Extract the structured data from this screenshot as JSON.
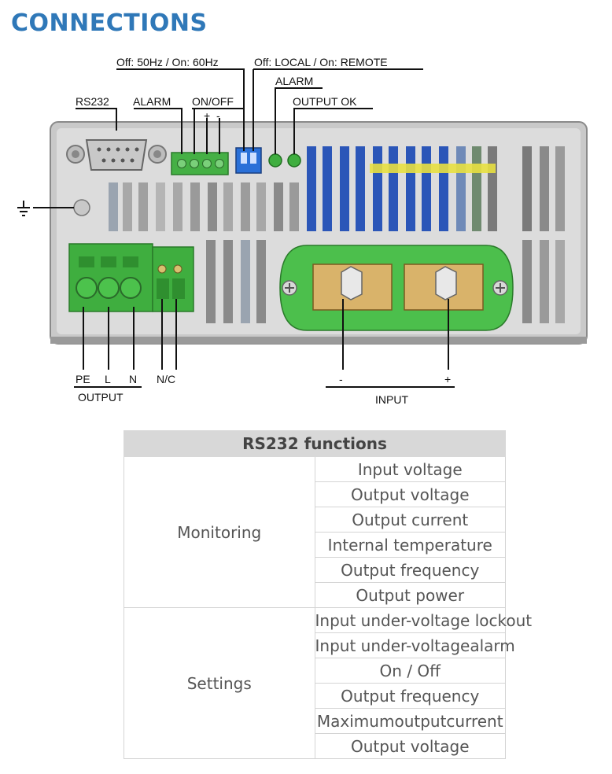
{
  "title": "CONNECTIONS",
  "labels": {
    "freq_switch": "Off: 50Hz / On: 60Hz",
    "remote_switch": "Off: LOCAL / On: REMOTE",
    "alarm_led": "ALARM",
    "output_ok_led": "OUTPUT OK",
    "rs232": "RS232",
    "alarm_terminal": "ALARM",
    "onoff_terminal": "ON/OFF",
    "plus": "+",
    "minus": "-",
    "pe": "PE",
    "l": "L",
    "n": "N",
    "nc": "N/C",
    "output": "OUTPUT",
    "input": "INPUT",
    "input_minus": "-",
    "input_plus": "+"
  },
  "table": {
    "header": "RS232 functions",
    "groups": [
      {
        "name": "Monitoring",
        "items": [
          "Input voltage",
          "Output voltage",
          "Output current",
          "Internal temperature",
          "Output frequency",
          "Output power"
        ]
      },
      {
        "name": "Settings",
        "items": [
          "Input under-voltage lockout",
          "Input under-voltagealarm",
          "On / Off",
          "Output frequency",
          "Maximumoutputcurrent",
          "Output voltage"
        ]
      }
    ]
  }
}
